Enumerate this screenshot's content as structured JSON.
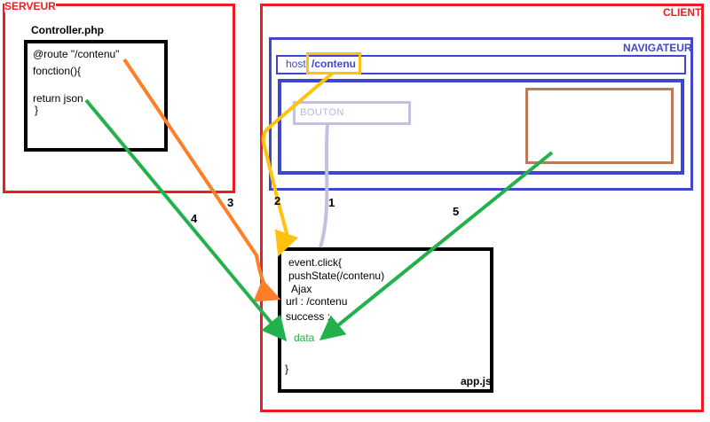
{
  "serveur": {
    "label": "SERVEUR",
    "controller": {
      "title": "Controller.php",
      "lines": [
        "@route \"/contenu\"",
        "fonction(){",
        "return json",
        "}"
      ]
    }
  },
  "client": {
    "label": "CLIENT",
    "navigateur": {
      "label": "NAVIGATEUR",
      "address_bar": {
        "host": "host",
        "path": "/contenu"
      },
      "viewport": {
        "button_label": "BOUTON"
      }
    },
    "app_js": {
      "title": "app.js",
      "lines": [
        "event.click{",
        "pushState(/contenu)",
        "Ajax",
        "url : /contenu",
        "success :"
      ],
      "data_label": "data",
      "closing_brace": "}"
    }
  },
  "steps": {
    "n1": "1",
    "n2": "2",
    "n3": "3",
    "n4": "4",
    "n5": "5"
  },
  "colors": {
    "frame_red": "#ED1C24",
    "browser_blue": "#3F48CC",
    "highlight_gold": "#FFC20E",
    "flow_orange": "#FF7F27",
    "flow_green": "#22B14C",
    "button_lavender": "#C3C0E0",
    "content_brown": "#B97A57",
    "code_black": "#000000"
  }
}
